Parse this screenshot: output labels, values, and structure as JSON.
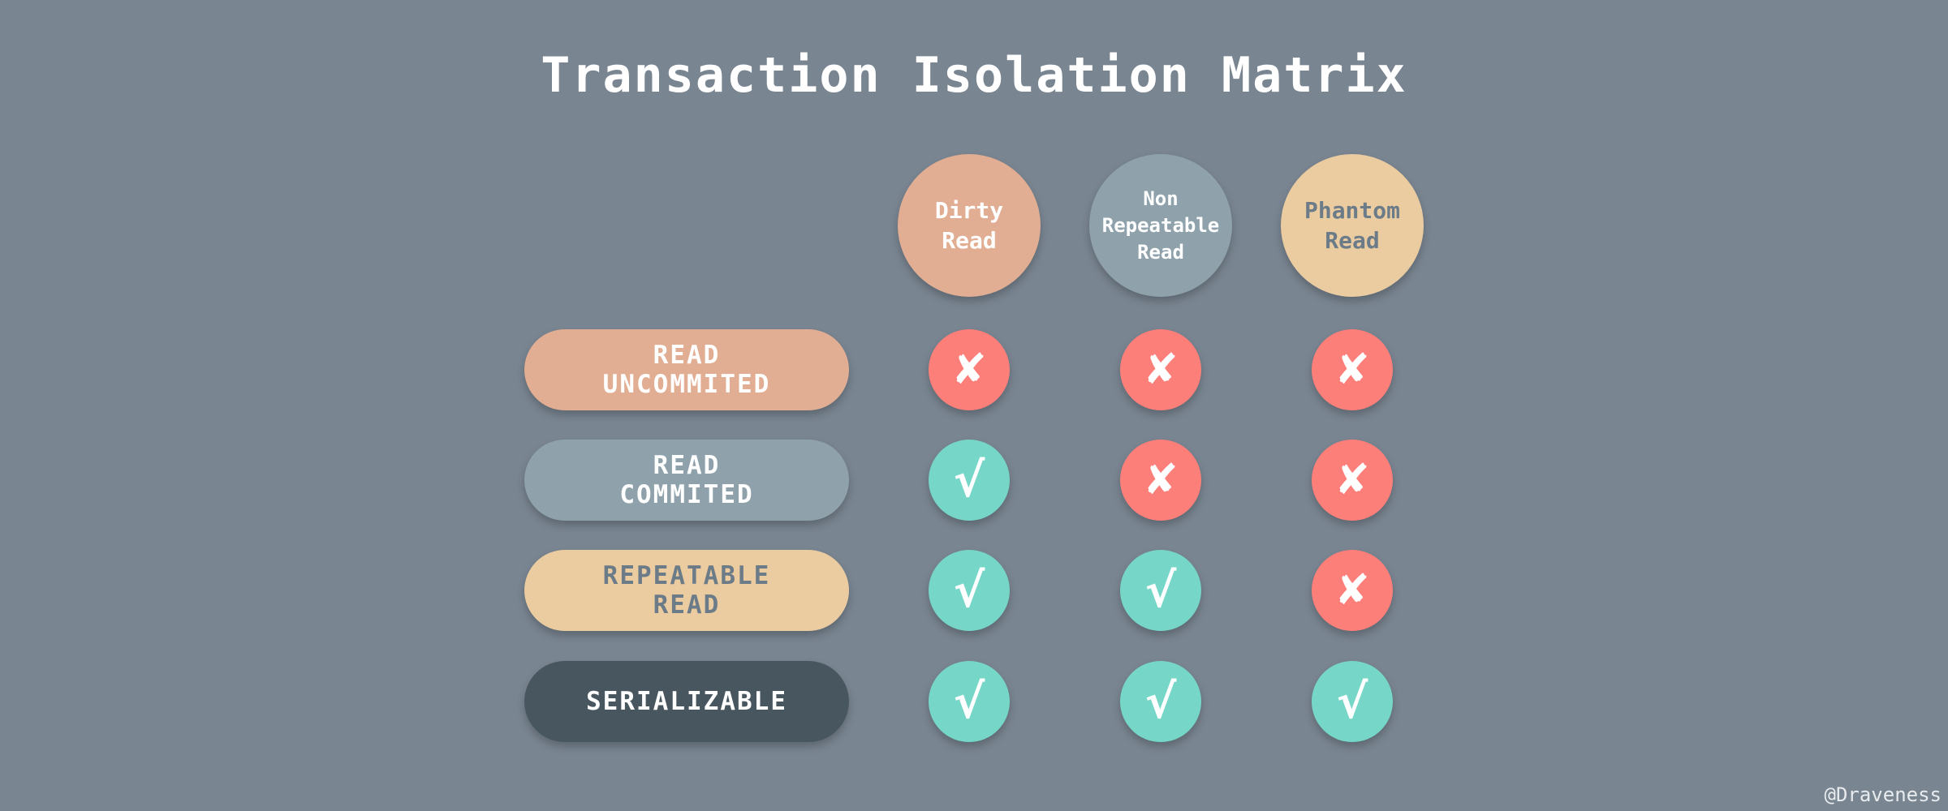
{
  "title": "Transaction Isolation Matrix",
  "colors": {
    "background": "#798591",
    "cross": "#fd7f7a",
    "check": "#76d6c8",
    "white": "#ffffff",
    "slate_text": "#6c7b88"
  },
  "columns": [
    {
      "label": "Dirty\nRead",
      "bg": "#e2ae93",
      "fg": "#ffffff"
    },
    {
      "label": "Non\nRepeatable\nRead",
      "bg": "#8fa2ac",
      "fg": "#ffffff"
    },
    {
      "label": "Phantom\nRead",
      "bg": "#ebcca1",
      "fg": "#6c7b88"
    }
  ],
  "rows": [
    {
      "label": "READ\nUNCOMMITED",
      "bg": "#e2ae93",
      "fg": "#ffffff"
    },
    {
      "label": "READ\nCOMMITED",
      "bg": "#8fa2ac",
      "fg": "#ffffff"
    },
    {
      "label": "REPEATABLE\nREAD",
      "bg": "#ebcca1",
      "fg": "#6c7b88"
    },
    {
      "label": "SERIALIZABLE",
      "bg": "#47565f",
      "fg": "#ffffff"
    }
  ],
  "symbols": {
    "allowed": "✘",
    "prevented": "√"
  },
  "matrix": [
    [
      false,
      false,
      false
    ],
    [
      true,
      false,
      false
    ],
    [
      true,
      true,
      false
    ],
    [
      true,
      true,
      true
    ]
  ],
  "watermark": "@Draveness"
}
